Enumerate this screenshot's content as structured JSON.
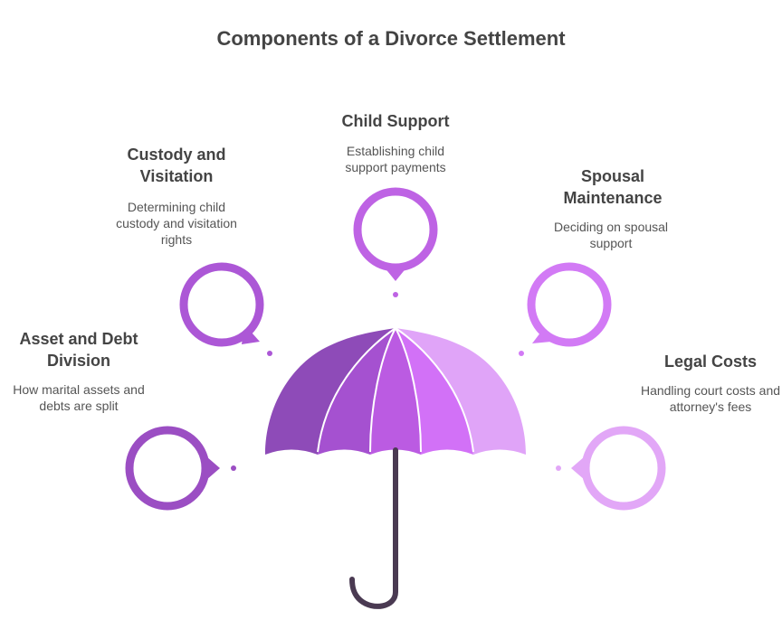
{
  "title": "Components of a Divorce Settlement",
  "colors": {
    "text_dark": "#444444",
    "text_body": "#555555",
    "handle": "#4a3a52",
    "panel_1": "#8e4bb8",
    "panel_2": "#a551d0",
    "panel_3": "#bb5be2",
    "panel_4": "#d271f7",
    "panel_5": "#e0a4f8"
  },
  "components": [
    {
      "heading": "Asset and Debt Division",
      "description": "How marital assets and debts are split",
      "color": "#9b4ec3",
      "icon": "speech-bubble-icon"
    },
    {
      "heading": "Custody and Visitation",
      "description": "Determining child custody and visitation rights",
      "color": "#ac57d6",
      "icon": "speech-bubble-icon"
    },
    {
      "heading": "Child Support",
      "description": "Establishing child support payments",
      "color": "#be63e4",
      "icon": "speech-bubble-icon"
    },
    {
      "heading": "Spousal Maintenance",
      "description": "Deciding on spousal support",
      "color": "#d27af5",
      "icon": "speech-bubble-icon"
    },
    {
      "heading": "Legal Costs",
      "description": "Handling court costs and attorney's fees",
      "color": "#e2a7f7",
      "icon": "speech-bubble-icon"
    }
  ]
}
